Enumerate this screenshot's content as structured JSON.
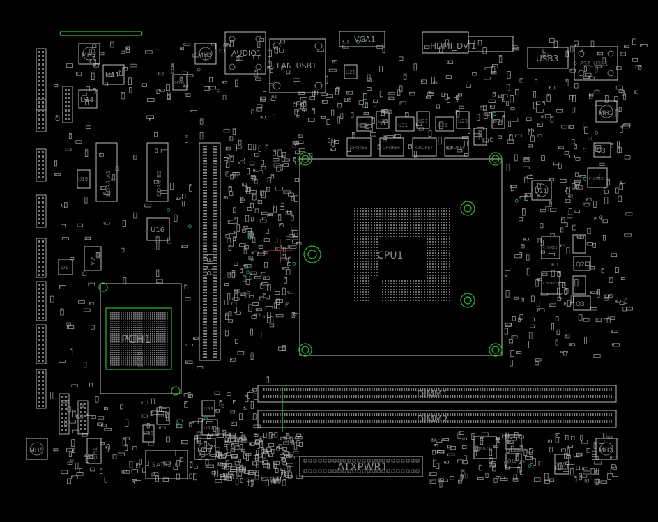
{
  "board": {
    "background": "#000000",
    "outline_color": "#c0c0c0",
    "label_color": "#8e8e8e",
    "highlight_color": "#2fb52f",
    "cursor_color": "#c03030"
  },
  "labels": {
    "mh_tl": "MH5",
    "mh_tl2": "MH3",
    "ua1": "UA1",
    "u18": "U18",
    "audio": "AUDIO1",
    "lan": "LAN_USB1",
    "vga": "VGA1",
    "hdmi": "HDMI_DVI1",
    "usb3": "USB3",
    "ps2": "PS2_USB1",
    "mh_right": "MH1",
    "q3_r": "Q3",
    "u21": "U21",
    "mh_bl": "MH6",
    "mh_bc": "MH4",
    "mh_br": "MH2",
    "u16": "U16",
    "y2": "Y2",
    "pch": "PCH1",
    "pch_sub": "BIOS",
    "pcie": "PCIE1",
    "cpu": "CPU1",
    "dimm1": "DIMM1",
    "dimm2": "DIMM2",
    "atxpwr": "ATXPWR1",
    "sata": "SATA3_6",
    "spi": "SPI1",
    "u34": "U34",
    "u33": "U33",
    "u31": "U31",
    "u27": "U27",
    "u22": "U22",
    "u23": "U23",
    "u24": "U24",
    "q1": "Q1",
    "q2": "Q2",
    "q3": "Q3",
    "q18": "Q18",
    "u10": "U10",
    "u54": "U54",
    "u53": "U53",
    "u26": "U26",
    "u17": "U17",
    "u19": "U19",
    "u25": "U25",
    "u36": "U36",
    "d1": "D1",
    "choke5": "CHOKE5",
    "choke6": "CHOKE6",
    "choke7": "CHOKE7",
    "choke8": "CHOKE8",
    "choke4": "CHOKE4",
    "choke1": "CHOKE1",
    "choke2": "CHOKE2",
    "choke3": "CHOKE3",
    "ddr_a": "DDR4_A1",
    "ddr_b": "DDR4_B1"
  }
}
